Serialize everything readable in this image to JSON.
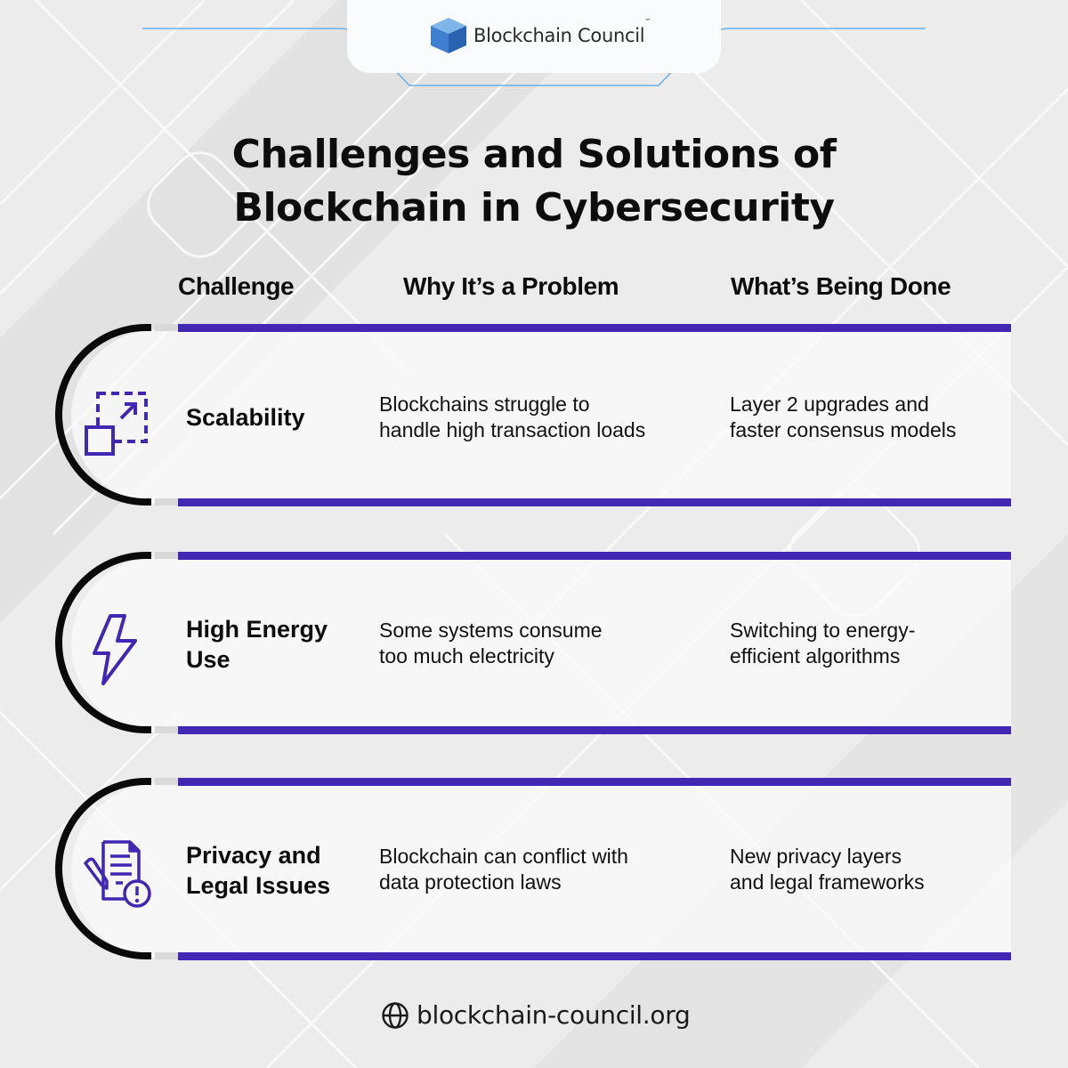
{
  "brand": {
    "name": "Blockchain Council",
    "trademark": "™",
    "logo_icon": "blue-cube-icon",
    "accent": "#4226b4",
    "logo_blue": "#3b7dd8"
  },
  "title": {
    "line1": "Challenges and Solutions of",
    "line2": "Blockchain in Cybersecurity"
  },
  "columns": [
    "Challenge",
    "Why It’s a Problem",
    "What’s Being Done"
  ],
  "rows": [
    {
      "icon": "scalability-icon",
      "challenge": [
        "Scalability"
      ],
      "why": [
        "Blockchains struggle to",
        "handle high transaction loads"
      ],
      "done": [
        "Layer 2 upgrades and",
        "faster consensus models"
      ]
    },
    {
      "icon": "lightning-bolt-icon",
      "challenge": [
        "High Energy",
        "Use"
      ],
      "why": [
        "Some systems consume",
        "too much electricity"
      ],
      "done": [
        "Switching to energy-",
        "efficient algorithms"
      ]
    },
    {
      "icon": "document-warning-icon",
      "challenge": [
        "Privacy and",
        "Legal Issues"
      ],
      "why": [
        "Blockchain can conflict with",
        "data protection laws"
      ],
      "done": [
        "New privacy layers",
        "and legal frameworks"
      ]
    }
  ],
  "footer": {
    "icon": "globe-icon",
    "url": "blockchain-council.org"
  }
}
